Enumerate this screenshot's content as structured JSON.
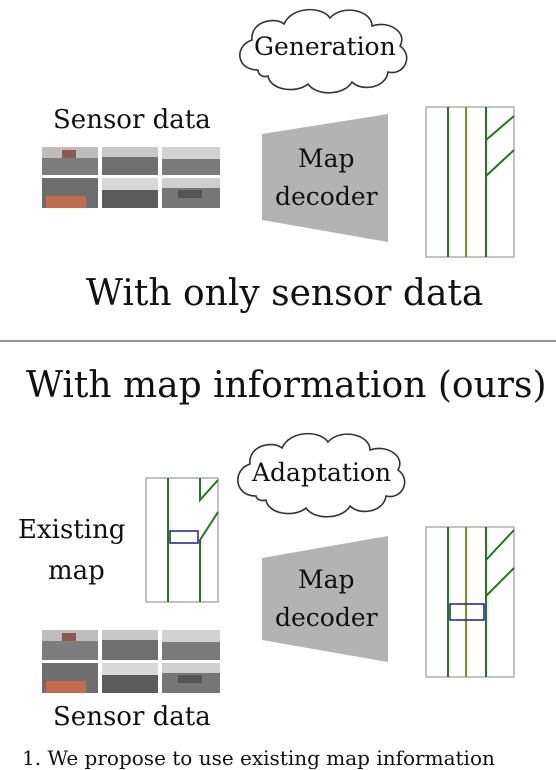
{
  "top_panel": {
    "cloud_label": "Generation",
    "sensor_label": "Sensor data",
    "decoder_line1": "Map",
    "decoder_line2": "decoder",
    "title": "With only sensor data"
  },
  "bottom_panel": {
    "title": "With map information (ours)",
    "cloud_label": "Adaptation",
    "existing_map_line1": "Existing",
    "existing_map_line2": "map",
    "decoder_line1": "Map",
    "decoder_line2": "decoder",
    "sensor_label": "Sensor data"
  },
  "caption": "1. We propose to use existing map information",
  "colors": {
    "decoder_fill": "#b3b3b3",
    "lane_green": "#1e7a1e",
    "lane_olive": "#8a8a1e",
    "change_box": "#2a2a9a",
    "divider": "#555555"
  }
}
